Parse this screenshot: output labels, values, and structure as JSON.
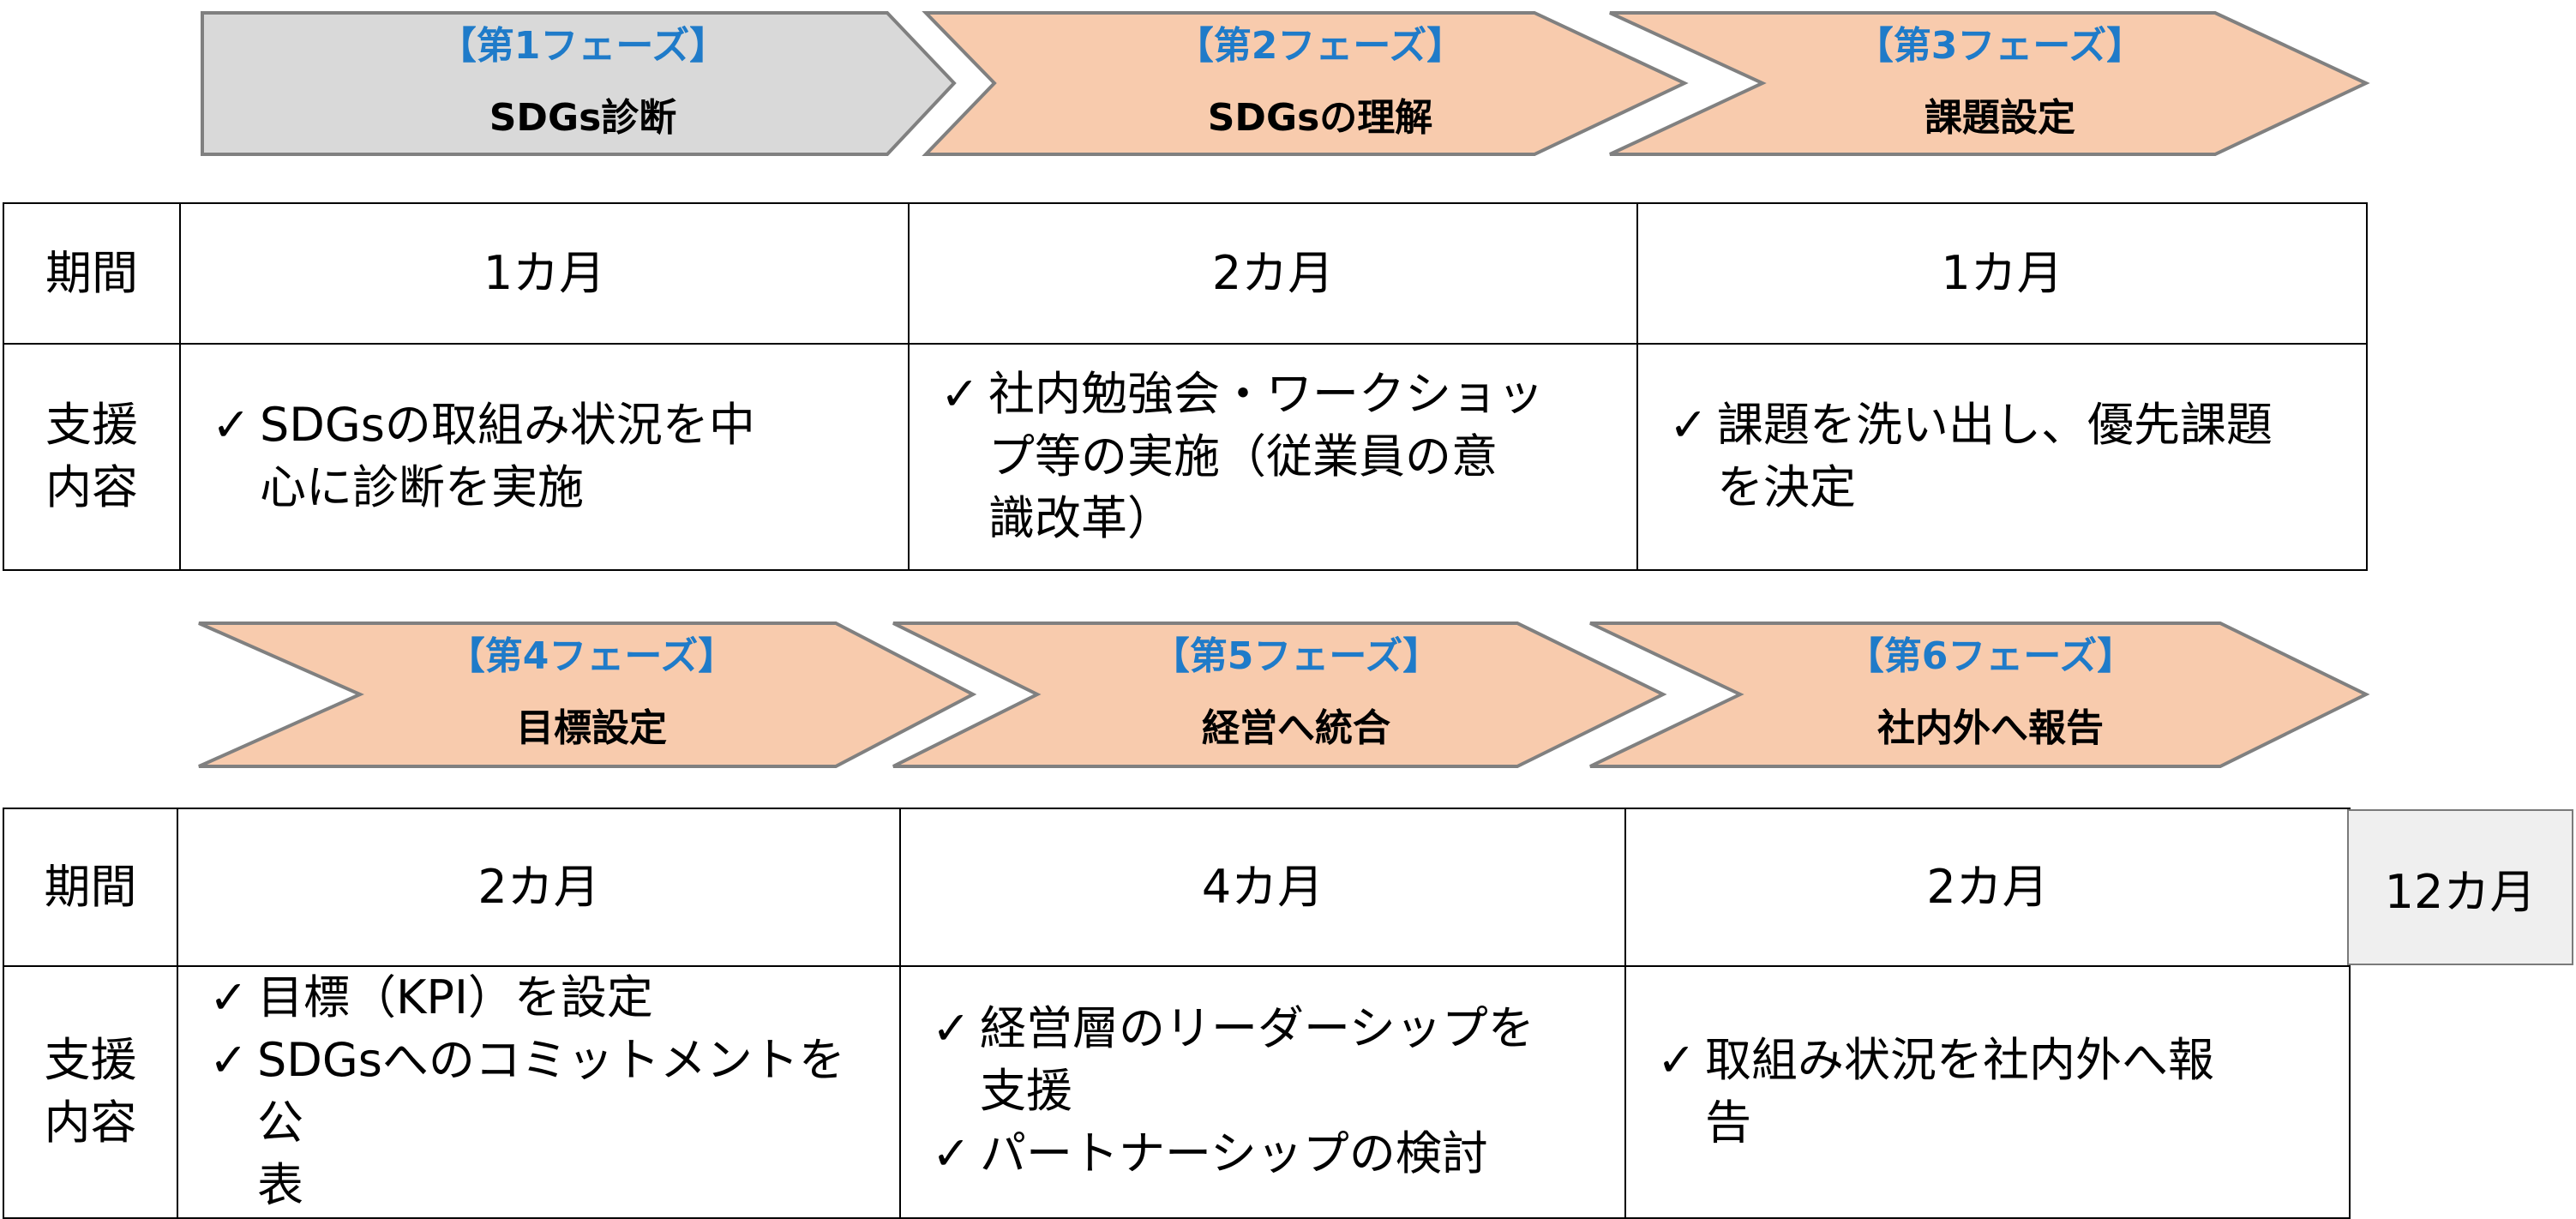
{
  "colors": {
    "phase_active": "#D9D9D9",
    "phase_upcoming": "#F8CBAD",
    "tag_blue": "#1F7BC9",
    "outline": "#808080",
    "total_bg": "#EFEFEF"
  },
  "icons": {
    "check": "check-icon"
  },
  "check_symbol": "✓",
  "sections": [
    {
      "phases": [
        {
          "tag": "【第1フェーズ】",
          "title": "SDGs診断"
        },
        {
          "tag": "【第2フェーズ】",
          "title": "SDGsの理解"
        },
        {
          "tag": "【第3フェーズ】",
          "title": "課題設定"
        }
      ],
      "row_labels": {
        "period": "期間",
        "support_line1": "支援",
        "support_line2": "内容"
      },
      "durations": [
        "1カ月",
        "2カ月",
        "1カ月"
      ],
      "contents": [
        [
          [
            "SDGsの取組み状況を中",
            "心に診断を実施"
          ]
        ],
        [
          [
            "社内勉強会・ワークショッ",
            "プ等の実施（従業員の意",
            "識改革）"
          ]
        ],
        [
          [
            "課題を洗い出し、優先課題",
            "を決定"
          ]
        ]
      ]
    },
    {
      "phases": [
        {
          "tag": "【第4フェーズ】",
          "title": "目標設定"
        },
        {
          "tag": "【第5フェーズ】",
          "title": "経営へ統合"
        },
        {
          "tag": "【第6フェーズ】",
          "title": "社内外へ報告"
        }
      ],
      "row_labels": {
        "period": "期間",
        "support_line1": "支援",
        "support_line2": "内容"
      },
      "durations": [
        "2カ月",
        "4カ月",
        "2カ月"
      ],
      "contents": [
        [
          [
            "目標（KPI）を設定"
          ],
          [
            "SDGsへのコミットメントを公",
            "表"
          ]
        ],
        [
          [
            "経営層のリーダーシップを",
            "支援"
          ],
          [
            "パートナーシップの検討"
          ]
        ],
        [
          [
            "取組み状況を社内外へ報",
            "告"
          ]
        ]
      ]
    }
  ],
  "total_duration": "12カ月"
}
